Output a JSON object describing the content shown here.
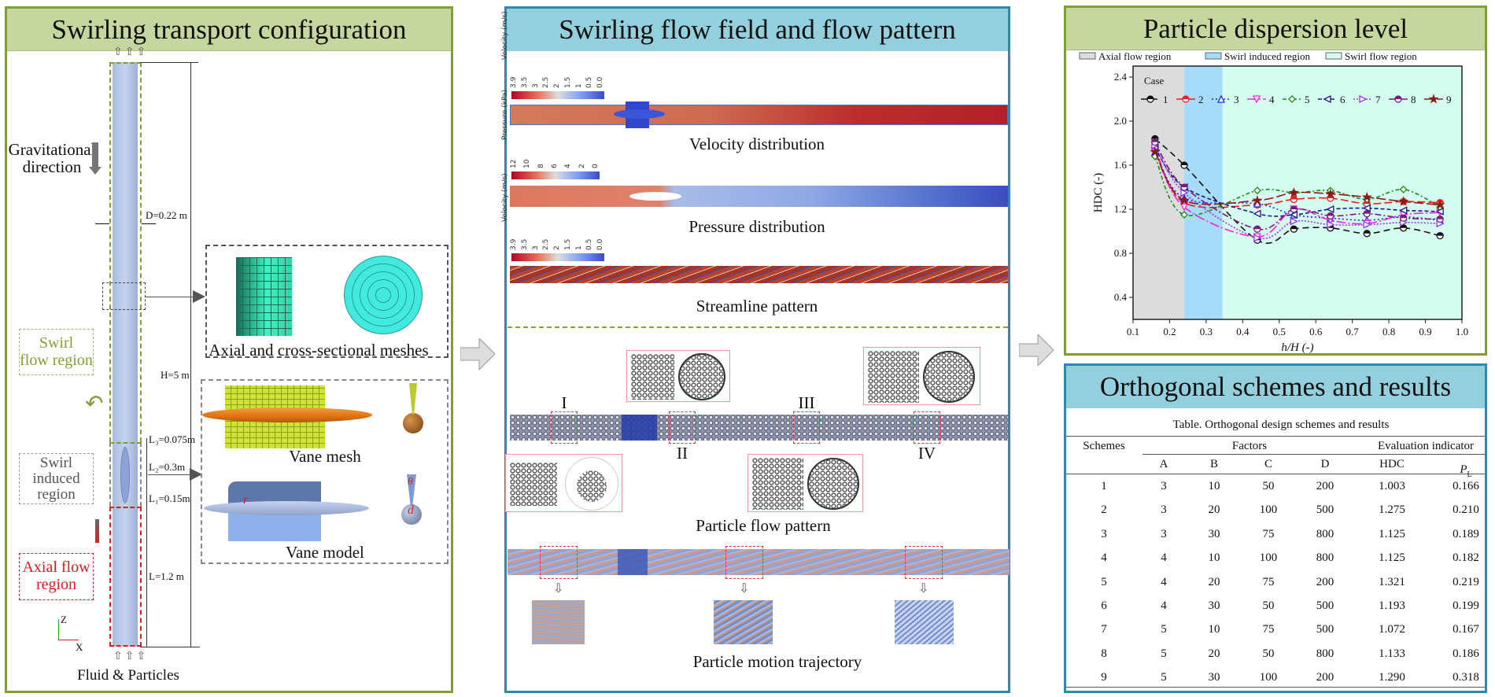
{
  "config": {
    "title": "Swirling transport configuration",
    "gravity_label_1": "Gravitational",
    "gravity_label_2": "direction",
    "diameter": "D=0.22 m",
    "height": "H=5 m",
    "l3": "L₃=0.075m",
    "l2": "L₂=0.3m",
    "l1": "L₁=0.15m",
    "l": "L=1.2 m",
    "swirl_flow_1": "Swirl",
    "swirl_flow_2": "flow region",
    "swirl_induced_1": "Swirl",
    "swirl_induced_2": "induced",
    "swirl_induced_3": "region",
    "axial_flow_1": "Axial flow",
    "axial_flow_2": "region",
    "meshes_caption": "Axial and cross-sectional meshes",
    "vane_mesh_caption": "Vane mesh",
    "vane_model_caption": "Vane model",
    "symbol_r": "r",
    "symbol_theta": "θ",
    "symbol_d": "d",
    "axis_z": "Z",
    "axis_x": "X",
    "inlet_label": "Fluid & Particles",
    "colors": {
      "swirl_flow": "#7f9f35",
      "swirl_induced": "#888888",
      "axial_flow": "#e21b1b"
    }
  },
  "flow": {
    "title": "Swirling flow field and flow pattern",
    "velocity": {
      "colorbar_title": "Velocity (m/s)",
      "ticks": [
        "3.9",
        "3.5",
        "3",
        "2.5",
        "2",
        "1.5",
        "1",
        "0.5",
        "0.0"
      ],
      "caption": "Velocity distribution"
    },
    "pressure": {
      "colorbar_title": "Pressure (kPa)",
      "ticks": [
        "12",
        "10",
        "8",
        "6",
        "4",
        "2",
        "0"
      ],
      "caption": "Pressure distribution"
    },
    "streamline": {
      "colorbar_title": "Velocity (m/s)",
      "ticks": [
        "3.9",
        "3.5",
        "3",
        "2.5",
        "2",
        "1.5",
        "1",
        "0.5",
        "0.0"
      ],
      "caption": "Streamline pattern"
    },
    "particles": {
      "sections": [
        "I",
        "II",
        "III",
        "IV"
      ],
      "caption": "Particle flow pattern"
    },
    "trajectory": {
      "caption": "Particle motion trajectory"
    }
  },
  "dispersion": {
    "title": "Particle dispersion level"
  },
  "orthogonal": {
    "title": "Orthogonal schemes and results",
    "caption": "Table. Orthogonal design schemes and results",
    "headers": {
      "schemes": "Schemes",
      "factors": "Factors",
      "evaluation": "Evaluation indicator",
      "sub": [
        "A",
        "B",
        "C",
        "D",
        "HDC",
        "P"
      ],
      "pl_sub": "L"
    },
    "rows": [
      [
        "1",
        "3",
        "10",
        "50",
        "200",
        "1.003",
        "0.166"
      ],
      [
        "2",
        "3",
        "20",
        "100",
        "500",
        "1.275",
        "0.210"
      ],
      [
        "3",
        "3",
        "30",
        "75",
        "800",
        "1.125",
        "0.189"
      ],
      [
        "4",
        "4",
        "10",
        "100",
        "800",
        "1.125",
        "0.182"
      ],
      [
        "5",
        "4",
        "20",
        "75",
        "200",
        "1.321",
        "0.219"
      ],
      [
        "6",
        "4",
        "30",
        "50",
        "500",
        "1.193",
        "0.199"
      ],
      [
        "7",
        "5",
        "10",
        "75",
        "500",
        "1.072",
        "0.167"
      ],
      [
        "8",
        "5",
        "20",
        "50",
        "800",
        "1.133",
        "0.186"
      ],
      [
        "9",
        "5",
        "30",
        "100",
        "200",
        "1.290",
        "0.318"
      ]
    ]
  },
  "chart_data": {
    "type": "line",
    "xlabel": "h/H  (-)",
    "ylabel": "HDC (-)",
    "xlim": [
      0.1,
      1.0
    ],
    "ylim": [
      0.2,
      2.5
    ],
    "xticks": [
      "0.1",
      "0.2",
      "0.3",
      "0.4",
      "0.5",
      "0.6",
      "0.7",
      "0.8",
      "0.9",
      "1.0"
    ],
    "yticks": [
      "0.4",
      "0.8",
      "1.2",
      "1.6",
      "2.0",
      "2.4"
    ],
    "regions": [
      {
        "name": "Axial flow region",
        "from": 0.1,
        "to": 0.24,
        "color": "#dcdcdc"
      },
      {
        "name": "Swirl induced region",
        "from": 0.24,
        "to": 0.345,
        "color": "#a6dcfa"
      },
      {
        "name": "Swirl flow region",
        "from": 0.345,
        "to": 1.0,
        "color": "#d4fcef"
      }
    ],
    "legend_title": "Case",
    "legend_position": "top-left",
    "x": [
      0.16,
      0.24,
      0.44,
      0.54,
      0.64,
      0.74,
      0.84,
      0.94
    ],
    "series": [
      {
        "name": "1",
        "color": "#111111",
        "marker": "circle-half",
        "dash": "8,5",
        "values": [
          1.84,
          1.6,
          0.92,
          1.02,
          1.03,
          0.98,
          1.03,
          0.96
        ]
      },
      {
        "name": "2",
        "color": "#ee1c1c",
        "marker": "circle-half",
        "dash": "10,4",
        "values": [
          1.75,
          1.26,
          1.24,
          1.29,
          1.3,
          1.25,
          1.27,
          1.26
        ]
      },
      {
        "name": "3",
        "color": "#1a2df0",
        "marker": "triangle-up",
        "dash": "2,3",
        "values": [
          1.72,
          1.3,
          1.25,
          1.15,
          1.12,
          1.1,
          1.13,
          1.1
        ]
      },
      {
        "name": "4",
        "color": "#ff1fd8",
        "marker": "triangle-down",
        "dash": "12,3,2,3",
        "values": [
          1.73,
          1.22,
          0.95,
          1.2,
          1.1,
          1.07,
          1.15,
          1.17
        ]
      },
      {
        "name": "5",
        "color": "#1a8a1a",
        "marker": "diamond",
        "dash": "5,3,2,3",
        "values": [
          1.68,
          1.15,
          1.37,
          1.35,
          1.37,
          1.29,
          1.38,
          1.22
        ]
      },
      {
        "name": "6",
        "color": "#101a8a",
        "marker": "triangle-left",
        "dash": "5,3",
        "values": [
          1.76,
          1.4,
          1.16,
          1.15,
          1.2,
          1.21,
          1.19,
          1.18
        ]
      },
      {
        "name": "7",
        "color": "#9a35ff",
        "marker": "triangle-right",
        "dash": "2,2",
        "values": [
          1.78,
          1.35,
          0.94,
          1.09,
          1.06,
          1.06,
          1.08,
          1.07
        ]
      },
      {
        "name": "8",
        "color": "#7a1a7a",
        "marker": "circle-half",
        "dash": "8,3,2,3",
        "values": [
          1.81,
          1.4,
          1.02,
          1.2,
          1.14,
          1.16,
          1.12,
          1.11
        ]
      },
      {
        "name": "9",
        "color": "#8a1a1a",
        "marker": "star",
        "dash": "12,4",
        "values": [
          1.72,
          1.28,
          1.28,
          1.35,
          1.34,
          1.31,
          1.27,
          1.24
        ]
      }
    ]
  }
}
